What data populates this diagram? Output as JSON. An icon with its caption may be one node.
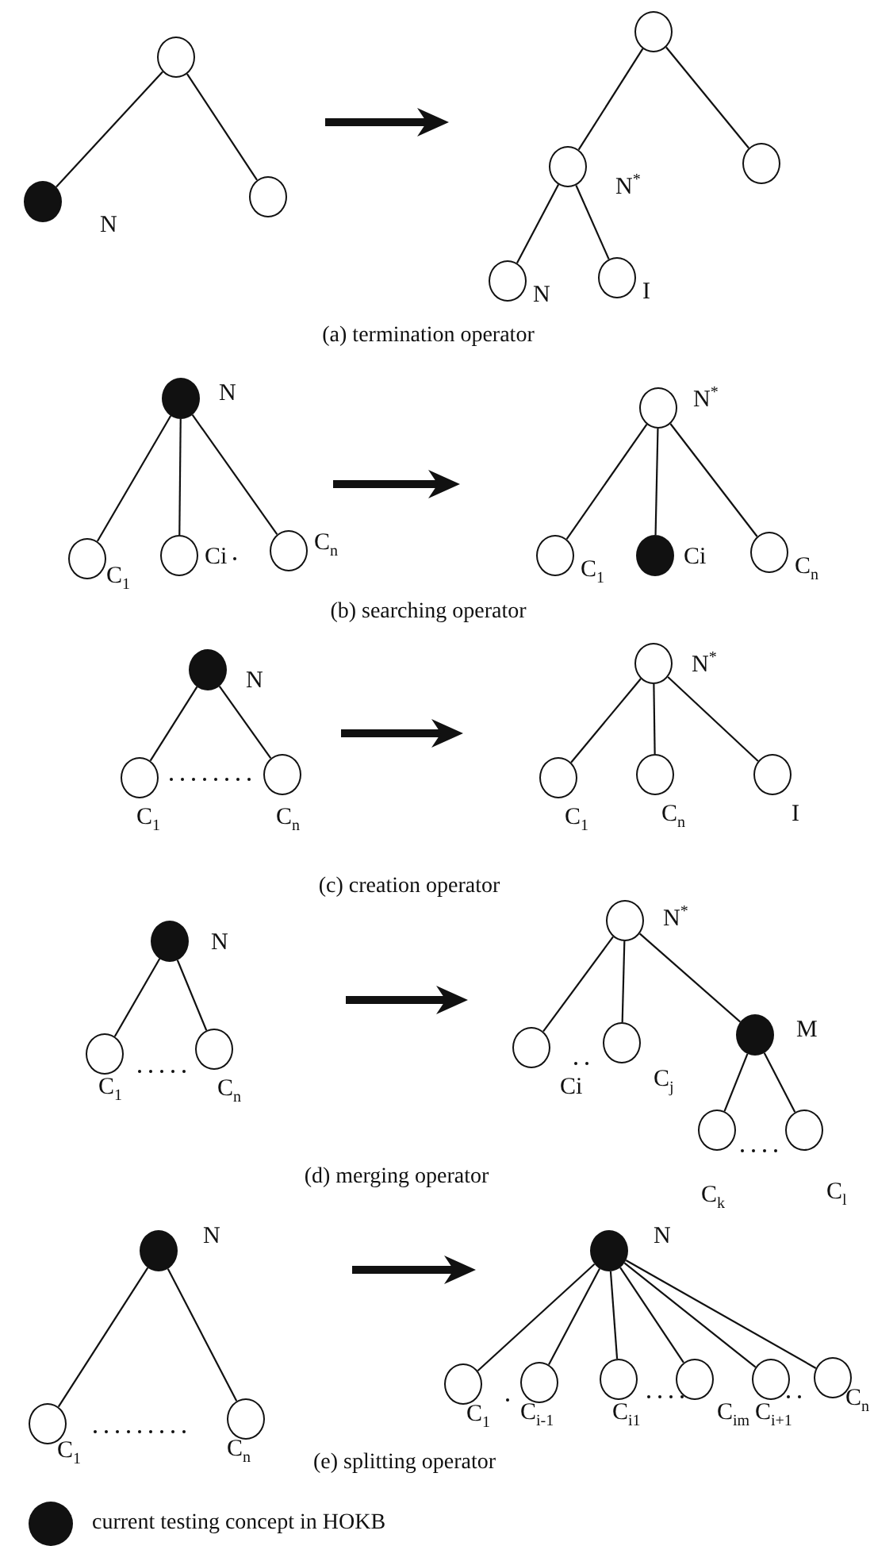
{
  "diagram": {
    "nodes": [
      {
        "text": [],
        "shape": "circle"
      },
      {
        "text": [],
        "shape": "disc",
        "beside": [
          "N"
        ]
      },
      {
        "text": [],
        "shape": "circle"
      },
      {
        "text": [],
        "shape": "circle"
      },
      {
        "text": [],
        "shape": "circle",
        "beside": [
          "N$^{*}$"
        ]
      },
      {
        "text": [],
        "shape": "circle"
      },
      {
        "text": [],
        "shape": "circle",
        "beside": [
          "N"
        ]
      },
      {
        "text": [],
        "shape": "circle",
        "beside": [
          "I"
        ]
      },
      {
        "text": [],
        "shape": "disc",
        "beside": [
          "N"
        ]
      },
      {
        "text": [],
        "shape": "circle",
        "beside": [
          "C$_{1}$"
        ]
      },
      {
        "text": [],
        "shape": "circle",
        "beside": [
          "Ci"
        ]
      },
      {
        "text": [],
        "shape": "circle",
        "beside": [
          "C$_{n}$"
        ]
      },
      {
        "text": [],
        "shape": "circle",
        "beside": [
          "N$^{*}$"
        ]
      },
      {
        "text": [],
        "shape": "circle",
        "beside": [
          "C$_{1}$"
        ]
      },
      {
        "text": [],
        "shape": "disc",
        "beside": [
          "Ci"
        ]
      },
      {
        "text": [],
        "shape": "circle",
        "beside": [
          "C$_{n}$"
        ]
      },
      {
        "text": [],
        "shape": "disc",
        "beside": [
          "N"
        ]
      },
      {
        "text": [],
        "shape": "circle",
        "beside": [
          "C$_{1}$"
        ]
      },
      {
        "text": [],
        "shape": "circle",
        "beside": [
          "C$_{n}$"
        ]
      },
      {
        "text": [],
        "shape": "circle",
        "beside": [
          "N$^{*}$"
        ]
      },
      {
        "text": [],
        "shape": "circle",
        "beside": [
          "C$_{1}$"
        ]
      },
      {
        "text": [],
        "shape": "circle",
        "beside": [
          "C$_{n}$"
        ]
      },
      {
        "text": [],
        "shape": "circle",
        "beside": [
          "I"
        ]
      },
      {
        "text": [],
        "shape": "disc",
        "beside": [
          "N"
        ]
      },
      {
        "text": [],
        "shape": "circle",
        "beside": [
          "C$_{1}$"
        ]
      },
      {
        "text": [],
        "shape": "circle",
        "beside": [
          "C$_{n}$"
        ]
      },
      {
        "text": [],
        "shape": "circle",
        "beside": [
          "N$^{*}$"
        ]
      },
      {
        "text": [],
        "shape": "circle",
        "beside": [
          "Ci"
        ]
      },
      {
        "text": [],
        "shape": "circle",
        "beside": [
          "C$_{j}$"
        ]
      },
      {
        "text": [],
        "shape": "disc",
        "beside": [
          "M"
        ]
      },
      {
        "text": [],
        "shape": "circle",
        "beside": [
          "C$_{k}$"
        ]
      },
      {
        "text": [],
        "shape": "circle",
        "beside": [
          "C$_{l}$"
        ]
      },
      {
        "text": [],
        "shape": "disc",
        "beside": [
          "N"
        ]
      },
      {
        "text": [],
        "shape": "circle",
        "beside": [
          "C$_{1}$"
        ]
      },
      {
        "text": [],
        "shape": "circle",
        "beside": [
          "C$_{n}$"
        ]
      },
      {
        "text": [],
        "shape": "disc",
        "beside": [
          "N"
        ]
      },
      {
        "text": [],
        "shape": "circle",
        "beside": [
          "C$_{1}$"
        ]
      },
      {
        "text": [],
        "shape": "circle",
        "beside": [
          "C$_{i-1}$"
        ]
      },
      {
        "text": [],
        "shape": "circle",
        "beside": [
          "C$_{i1}$"
        ]
      },
      {
        "text": [],
        "shape": "circle",
        "beside": [
          "C$_{im}$"
        ]
      },
      {
        "text": [],
        "shape": "circle",
        "beside": [
          "C$_{i+1}$"
        ]
      },
      {
        "text": [],
        "shape": "circle",
        "beside": [
          "C$_{n}$"
        ]
      }
    ],
    "edges": [
      {
        "from": 0,
        "to": 1,
        "arrow": "none"
      },
      {
        "from": 0,
        "to": 2,
        "arrow": "none"
      },
      {
        "from": 3,
        "to": 4,
        "arrow": "none"
      },
      {
        "from": 3,
        "to": 5,
        "arrow": "none"
      },
      {
        "from": 4,
        "to": 6,
        "arrow": "none"
      },
      {
        "from": 4,
        "to": 7,
        "arrow": "none"
      },
      {
        "from": 8,
        "to": 9,
        "arrow": "none"
      },
      {
        "from": 8,
        "to": 10,
        "arrow": "none"
      },
      {
        "from": 8,
        "to": 11,
        "arrow": "none"
      },
      {
        "from": 12,
        "to": 13,
        "arrow": "none"
      },
      {
        "from": 12,
        "to": 14,
        "arrow": "none"
      },
      {
        "from": 12,
        "to": 15,
        "arrow": "none"
      },
      {
        "from": 16,
        "to": 17,
        "arrow": "none"
      },
      {
        "from": 16,
        "to": 18,
        "arrow": "none"
      },
      {
        "from": 19,
        "to": 20,
        "arrow": "none"
      },
      {
        "from": 19,
        "to": 21,
        "arrow": "none"
      },
      {
        "from": 19,
        "to": 22,
        "arrow": "none"
      },
      {
        "from": 23,
        "to": 24,
        "arrow": "none"
      },
      {
        "from": 23,
        "to": 25,
        "arrow": "none"
      },
      {
        "from": 26,
        "to": 27,
        "arrow": "none"
      },
      {
        "from": 26,
        "to": 28,
        "arrow": "none"
      },
      {
        "from": 26,
        "to": 29,
        "arrow": "none"
      },
      {
        "from": 29,
        "to": 30,
        "arrow": "none"
      },
      {
        "from": 29,
        "to": 31,
        "arrow": "none"
      },
      {
        "from": 32,
        "to": 33,
        "arrow": "none"
      },
      {
        "from": 32,
        "to": 34,
        "arrow": "none"
      },
      {
        "from": 35,
        "to": 36,
        "arrow": "none"
      },
      {
        "from": 35,
        "to": 37,
        "arrow": "none"
      },
      {
        "from": 35,
        "to": 38,
        "arrow": "none"
      },
      {
        "from": 35,
        "to": 39,
        "arrow": "none"
      },
      {
        "from": 35,
        "to": 40,
        "arrow": "none"
      },
      {
        "from": 35,
        "to": 41,
        "arrow": "none"
      }
    ],
    "labels": [
      "(a) termination operator",
      "(b) searching operator",
      "(c) creation operator",
      "(d) merging operator",
      "(e) splitting operator"
    ],
    "legend": [
      {
        "text": "current testing concept in HOKB"
      }
    ]
  }
}
